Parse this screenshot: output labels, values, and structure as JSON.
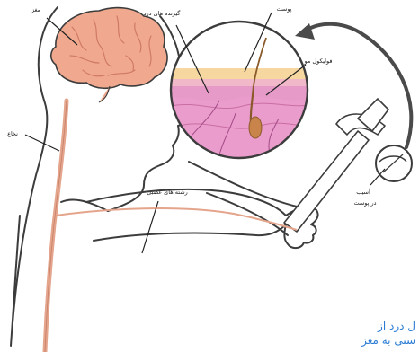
{
  "diagram": {
    "labels": {
      "brain": "مغز",
      "spinal_cord": "نخاع",
      "pain_receptors": "گیرنده های درد",
      "skin": "پوست",
      "hair_follicle": "فولیکول مو",
      "sensory_nerves": "رشته های عصبی",
      "injury": "آسیب",
      "injury_sub": "در پوست"
    },
    "caption": {
      "line1": "ل درد از",
      "line2": "ستی به مغز"
    },
    "colors": {
      "brain": "#f0a98f",
      "brain_line": "#d07a64",
      "nerve": "#e4a58c",
      "skin_pink": "#e59ac7",
      "skin_top": "#f6d7a0",
      "outline": "#3c3c3c",
      "arrow": "#4a4a4a",
      "caption": "#2a7bd4"
    }
  }
}
